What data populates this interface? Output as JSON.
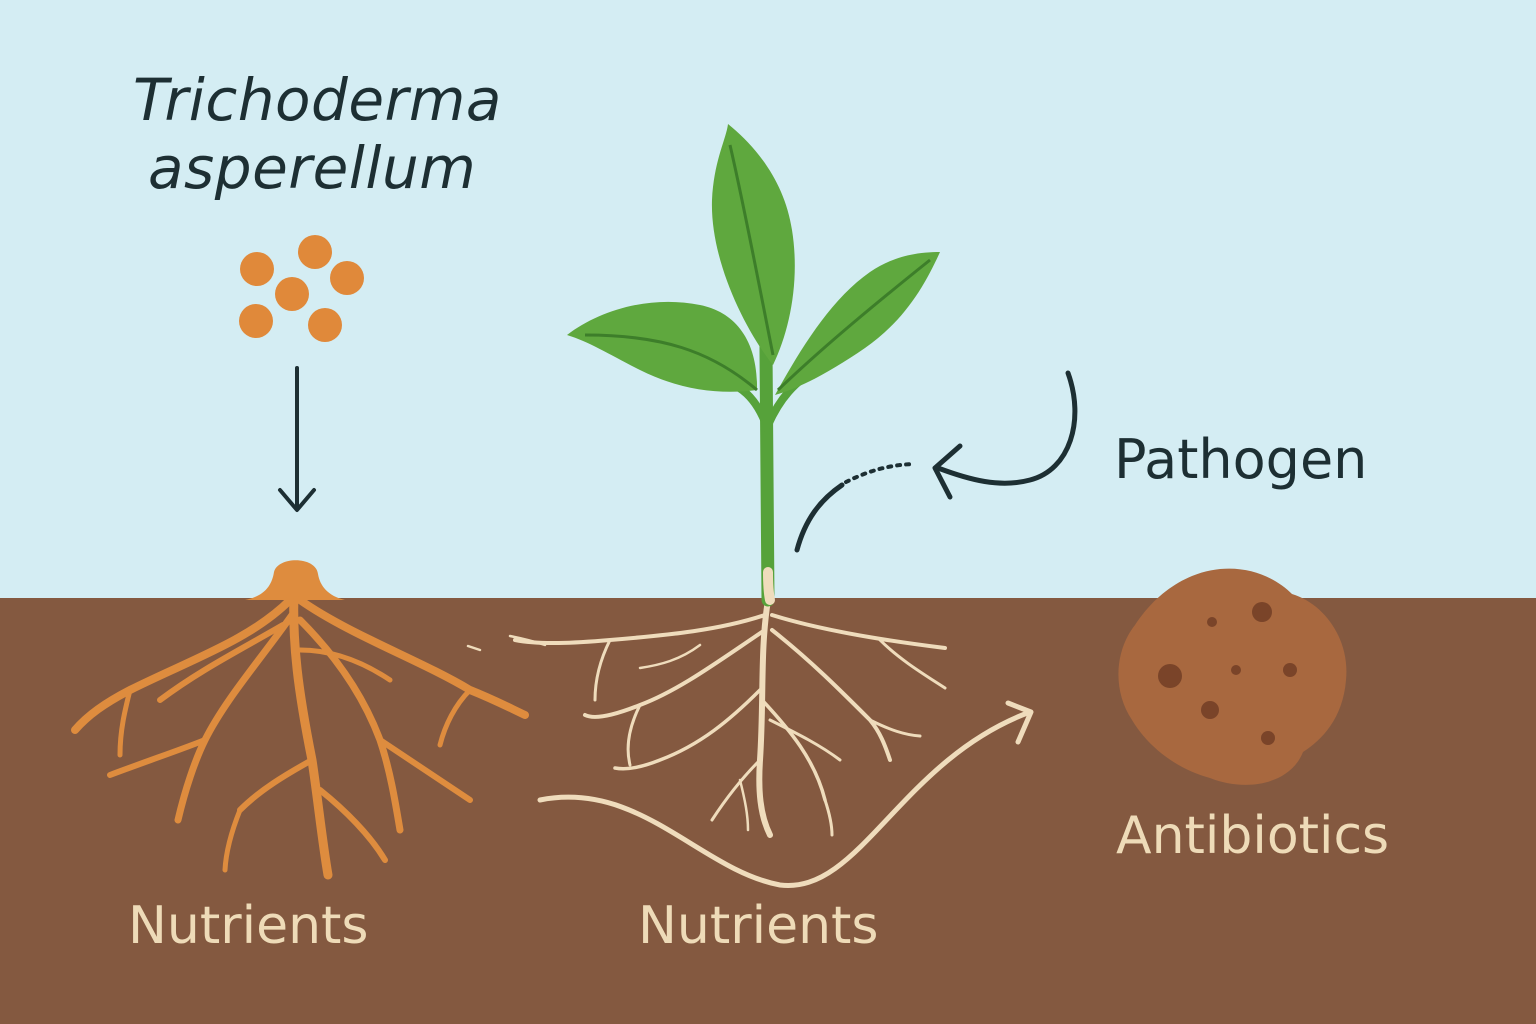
{
  "title": {
    "line1": "Trichoderma",
    "line2": "asperellum"
  },
  "labels": {
    "pathogen": "Pathogen",
    "nutrients_left": "Nutrients",
    "nutrients_center": "Nutrients",
    "antibiotics": "Antibiotics"
  },
  "colors": {
    "sky": "#d4edf3",
    "soil": "#845940",
    "fungus": "#de8c3e",
    "plant_leaf": "#5fa83e",
    "plant_stem": "#56a23a",
    "root": "#efdcbc",
    "pathogen_blob": "#a8683f",
    "ink": "#1d2f33"
  }
}
